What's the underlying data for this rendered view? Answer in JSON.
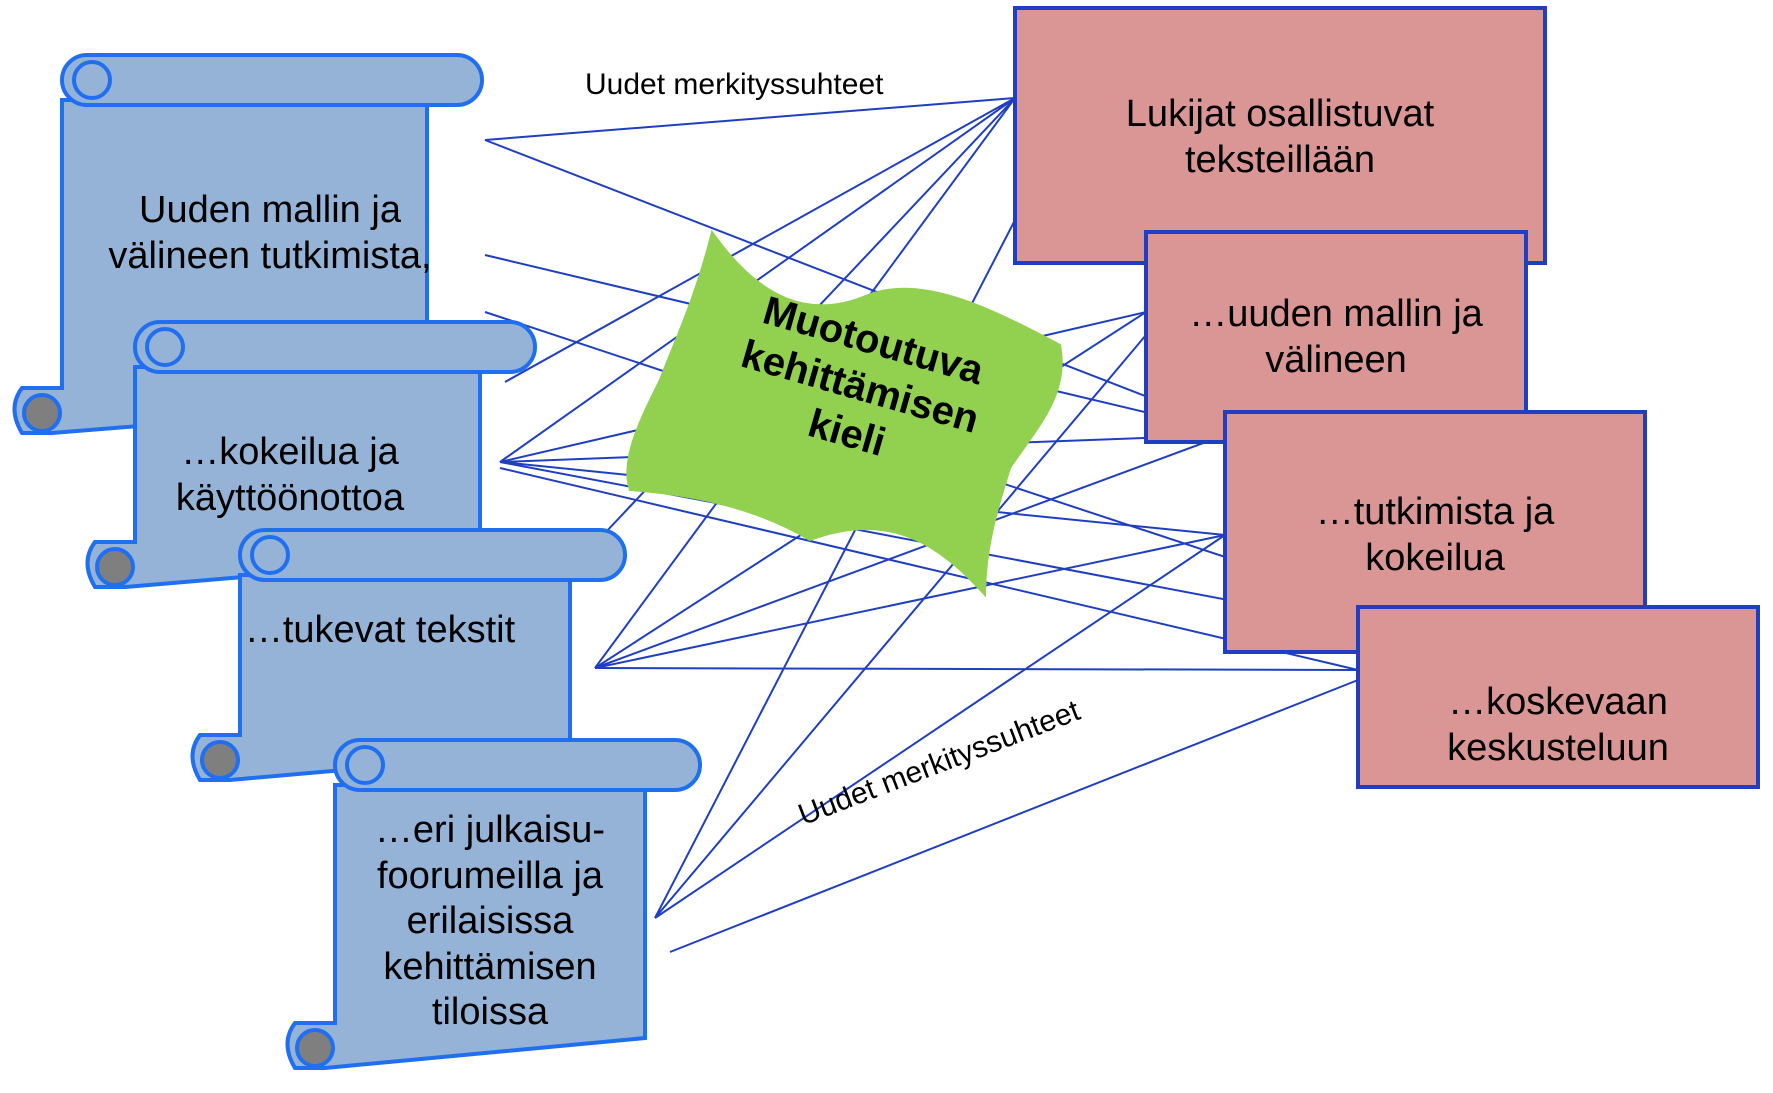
{
  "colors": {
    "scroll_fill": "#95b3d7",
    "scroll_stroke": "#1f6ff0",
    "scroll_curl": "#7f7f7f",
    "box_fill": "#d99694",
    "box_stroke": "#1f3fc0",
    "flag_fill": "#92d050",
    "line": "#1f3fc0"
  },
  "scrolls": [
    {
      "id": "scroll-1",
      "text": "Uuden mallin ja\nvälineen tutkimista,"
    },
    {
      "id": "scroll-2",
      "text": "…kokeilua ja\nkäyttöönottoa"
    },
    {
      "id": "scroll-3",
      "text": "…tukevat tekstit"
    },
    {
      "id": "scroll-4",
      "text": "…eri julkaisu-\nfoorumeilla ja\nerilaisissa\nkehittämisen\ntiloissa"
    }
  ],
  "boxes": [
    {
      "id": "box-1",
      "text": "Lukijat osallistuvat\nteksteillään"
    },
    {
      "id": "box-2",
      "text": "…uuden mallin ja\nvälineen"
    },
    {
      "id": "box-3",
      "text": "…tutkimista ja\nkokeilua"
    },
    {
      "id": "box-4",
      "text": "…koskevaan\nkeskusteluun"
    }
  ],
  "flag": {
    "text": "Muotoutuva\nkehittämisen\nkieli"
  },
  "relation_labels": {
    "top": "Uudet merkityssuhteet",
    "bottom": "Uudet merkityssuhteet"
  }
}
